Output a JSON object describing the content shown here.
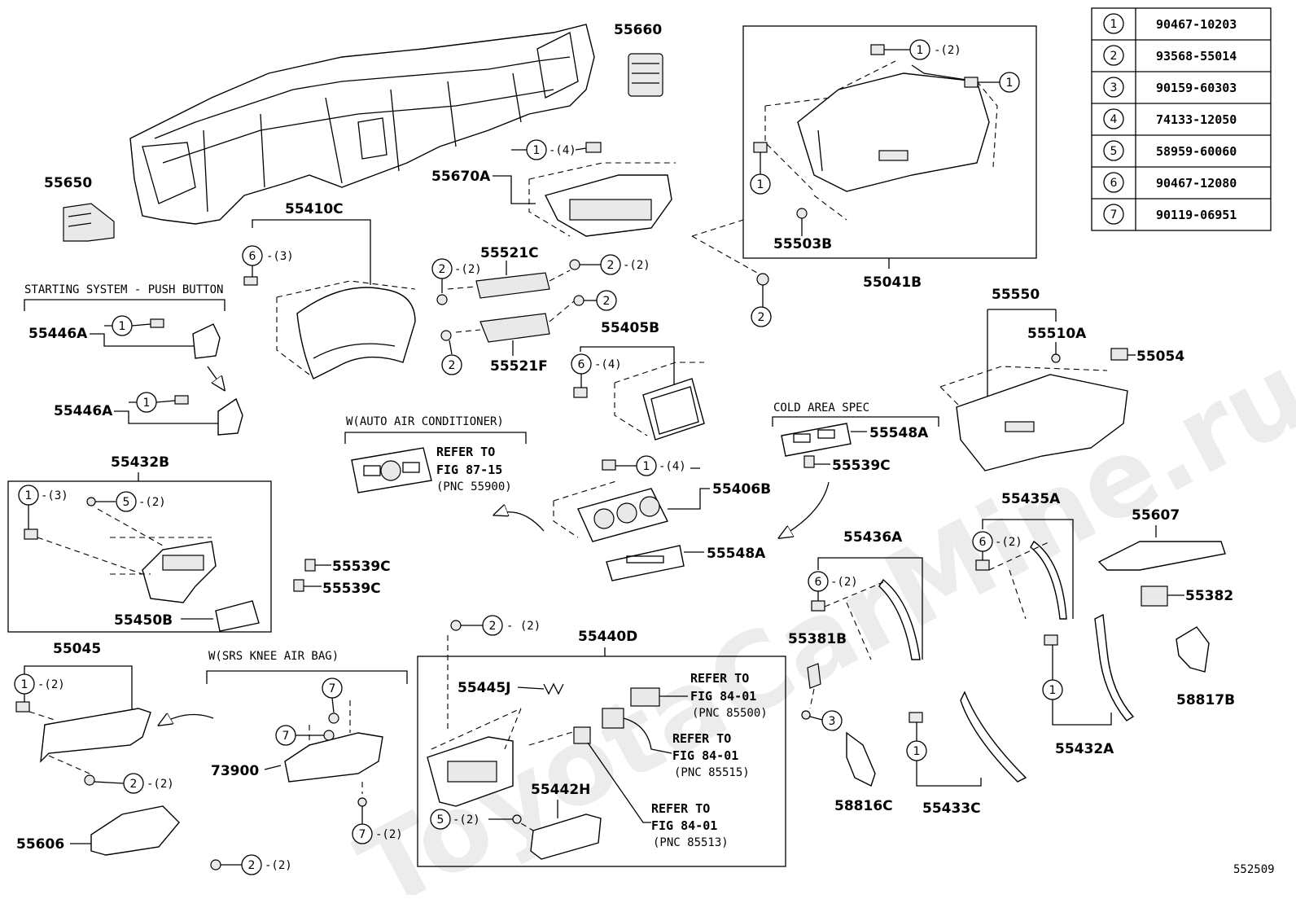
{
  "watermark": "ToyotaCarMine.ru",
  "diagram_id": "552509",
  "legend": [
    {
      "num": "1",
      "part": "90467-10203"
    },
    {
      "num": "2",
      "part": "93568-55014"
    },
    {
      "num": "3",
      "part": "90159-60303"
    },
    {
      "num": "4",
      "part": "74133-12050"
    },
    {
      "num": "5",
      "part": "58959-60060"
    },
    {
      "num": "6",
      "part": "90467-12080"
    },
    {
      "num": "7",
      "part": "90119-06951"
    }
  ],
  "parts": {
    "p55660": "55660",
    "p55650": "55650",
    "p55670A": "55670A",
    "p55410C": "55410C",
    "p55521C": "55521C",
    "p55521F": "55521F",
    "p55503B": "55503B",
    "p55041B": "55041B",
    "p55550": "55550",
    "p55510A": "55510A",
    "p55054": "55054",
    "p55446A_1": "55446A",
    "p55446A_2": "55446A",
    "p55405B": "55405B",
    "p55548A_1": "55548A",
    "p55539C_1": "55539C",
    "p55406B": "55406B",
    "p55548A_2": "55548A",
    "p55432B": "55432B",
    "p55450B": "55450B",
    "p55539C_2": "55539C",
    "p55539C_3": "55539C",
    "p55435A": "55435A",
    "p55607": "55607",
    "p55436A": "55436A",
    "p55382": "55382",
    "p55381B": "55381B",
    "p58817B": "58817B",
    "p55045": "55045",
    "p55440D": "55440D",
    "p55445J": "55445J",
    "p55442H": "55442H",
    "p73900": "73900",
    "p55606": "55606",
    "p58816C": "58816C",
    "p55433C": "55433C",
    "p55432A": "55432A"
  },
  "callouts": {
    "c_55410C": {
      "num": "6",
      "qty": "-(3)"
    },
    "c_55670A": {
      "num": "1",
      "qty": "-(4)"
    },
    "c_55521C_l": {
      "num": "2",
      "qty": "-(2)"
    },
    "c_55521C_r": {
      "num": "2",
      "qty": "-(2)"
    },
    "c_55521F_r": {
      "num": "2",
      "qty": ""
    },
    "c_55521F_l": {
      "num": "2",
      "qty": ""
    },
    "c_gb_top": {
      "num": "1",
      "qty": "-(2)"
    },
    "c_gb_right": {
      "num": "1",
      "qty": ""
    },
    "c_gb_left": {
      "num": "1",
      "qty": ""
    },
    "c_gb_screw": {
      "num": "2",
      "qty": ""
    },
    "c_55446A_1": {
      "num": "1",
      "qty": ""
    },
    "c_55446A_2": {
      "num": "1",
      "qty": ""
    },
    "c_55405B": {
      "num": "6",
      "qty": "-(4)"
    },
    "c_55406B": {
      "num": "1",
      "qty": "-(4)"
    },
    "c_55432B_1": {
      "num": "1",
      "qty": "-(3)"
    },
    "c_55432B_5": {
      "num": "5",
      "qty": "-(2)"
    },
    "c_55435A": {
      "num": "6",
      "qty": "-(2)"
    },
    "c_55436A": {
      "num": "6",
      "qty": "-(2)"
    },
    "c_55045_1": {
      "num": "1",
      "qty": "-(2)"
    },
    "c_55045_2": {
      "num": "2",
      "qty": "-(2)"
    },
    "c_73900_7a": {
      "num": "7",
      "qty": ""
    },
    "c_73900_7b": {
      "num": "7",
      "qty": ""
    },
    "c_73900_7c": {
      "num": "7",
      "qty": "-(2)"
    },
    "c_55606_2": {
      "num": "2",
      "qty": "-(2)"
    },
    "c_55440D_2": {
      "num": "2",
      "qty": "- (2)"
    },
    "c_55440D_5": {
      "num": "5",
      "qty": "-(2)"
    },
    "c_55381B_3": {
      "num": "3",
      "qty": ""
    },
    "c_55433C_1": {
      "num": "1",
      "qty": ""
    },
    "c_55432A_1": {
      "num": "1",
      "qty": ""
    }
  },
  "notes": {
    "starting_system": "STARTING SYSTEM - PUSH BUTTON",
    "auto_ac": "W(AUTO AIR CONDITIONER)",
    "cold_area": "COLD AREA SPEC",
    "srs_knee": "W(SRS KNEE AIR BAG)",
    "refer_ac_1": "REFER TO",
    "refer_ac_2": "FIG 87-15",
    "refer_ac_3": "(PNC 55900)",
    "refer_a_1": "REFER TO",
    "refer_a_2": "FIG 84-01",
    "refer_a_3": "(PNC 85500)",
    "refer_b_1": "REFER TO",
    "refer_b_2": "FIG 84-01",
    "refer_b_3": "(PNC 85515)",
    "refer_c_1": "REFER TO",
    "refer_c_2": "FIG 84-01",
    "refer_c_3": "(PNC 85513)"
  }
}
